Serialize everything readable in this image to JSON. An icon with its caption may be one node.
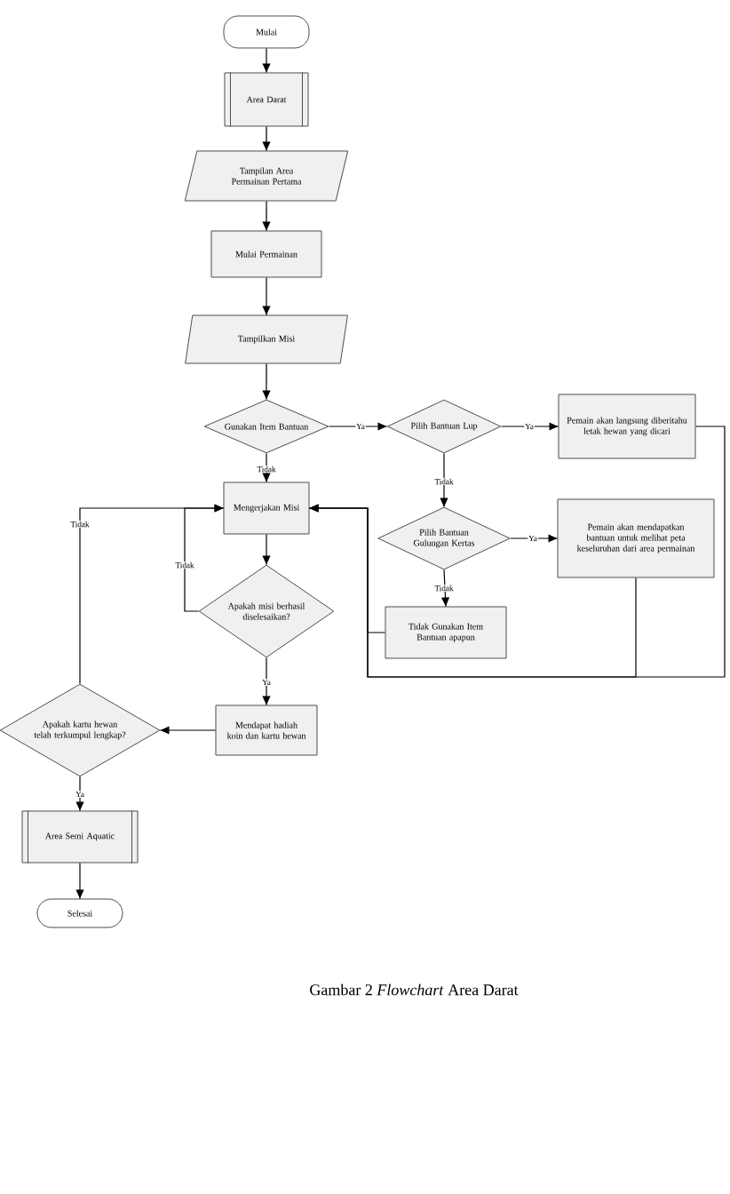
{
  "diagram": {
    "caption": "Gambar 2 *Flowchart* Area Darat",
    "nodes": [
      {
        "text": [
          "Mulai"
        ]
      },
      {
        "text": [
          "Area Darat"
        ]
      },
      {
        "text": [
          "Tampilan Area Permainan Pertama"
        ]
      },
      {
        "text": [
          "Mulai Permainan"
        ]
      },
      {
        "text": [
          "Tampilkan Misi"
        ]
      },
      {
        "text": [
          "Gunakan Item Bantuan"
        ]
      },
      {
        "text": [
          "Pilih Bantuan Lup"
        ]
      },
      {
        "text": [
          "Pemain akan langsung diberitahu letak hewan yang dicari"
        ]
      },
      {
        "text": [
          "Mengerjakan Misi"
        ]
      },
      {
        "text": [
          "Pilih Bantuan Gulungan Kertas"
        ]
      },
      {
        "text": [
          "Pemain akan mendapatkan bantuan untuk melihat peta keseluruhan dari area permainan"
        ]
      },
      {
        "text": [
          "Apakah misi berhasil diselesaikan?"
        ]
      },
      {
        "text": [
          "Tidak Gunakan Item Bantuan apapun"
        ]
      },
      {
        "text": [
          "Mendapat hadiah koin dan kartu hewan"
        ]
      },
      {
        "text": [
          "Apakah kartu hewan telah terkumpul lengkap?"
        ]
      },
      {
        "text": [
          "Area Semi Aquatic"
        ]
      },
      {
        "text": [
          "Selesai"
        ]
      }
    ],
    "edges": [
      {
        "from": 0,
        "to": 1,
        "arrow": "to"
      },
      {
        "from": 1,
        "to": 2,
        "arrow": "to"
      },
      {
        "from": 2,
        "to": 3,
        "arrow": "to"
      },
      {
        "from": 3,
        "to": 4,
        "arrow": "to"
      },
      {
        "from": 4,
        "to": 5,
        "arrow": "to"
      },
      {
        "from": 5,
        "to": 6,
        "arrow": "to",
        "label": "Ya"
      },
      {
        "from": 5,
        "to": 8,
        "arrow": "to",
        "label": "Tidak"
      },
      {
        "from": 6,
        "to": 7,
        "arrow": "to",
        "label": "Ya"
      },
      {
        "from": 6,
        "to": 9,
        "arrow": "to",
        "label": "Tidak"
      },
      {
        "from": 9,
        "to": 10,
        "arrow": "to",
        "label": "Ya"
      },
      {
        "from": 9,
        "to": 12,
        "arrow": "to",
        "label": "Tidak"
      },
      {
        "from": 8,
        "to": 11,
        "arrow": "to"
      },
      {
        "from": 11,
        "to": 8,
        "arrow": "to",
        "label": "Tidak"
      },
      {
        "from": 11,
        "to": 13,
        "arrow": "to",
        "label": "Ya"
      },
      {
        "from": 13,
        "to": 14,
        "arrow": "to"
      },
      {
        "from": 14,
        "to": 8,
        "arrow": "to",
        "label": "Tidak"
      },
      {
        "from": 14,
        "to": 15,
        "arrow": "to",
        "label": "Ya"
      },
      {
        "from": 15,
        "to": 16,
        "arrow": "to"
      },
      {
        "from": 7,
        "to": 8,
        "arrow": "to"
      },
      {
        "from": 10,
        "to": 8,
        "arrow": "to"
      },
      {
        "from": 12,
        "to": 8,
        "arrow": "to"
      }
    ]
  }
}
